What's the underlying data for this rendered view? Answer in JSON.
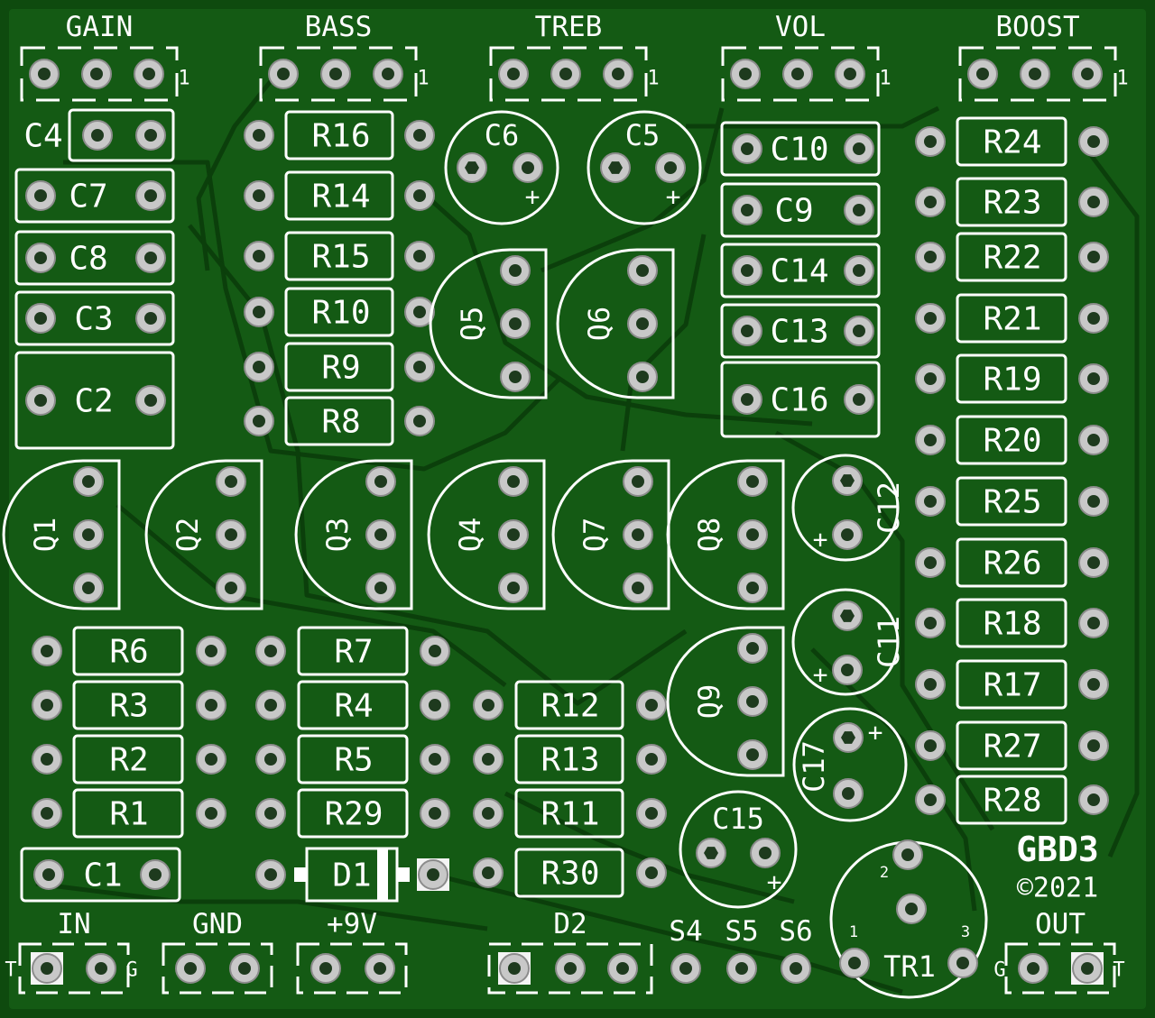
{
  "board": {
    "name": "GBD3",
    "copyright": "©2021",
    "colors": {
      "substrate": "#0e4a0e",
      "copper": "#155e15",
      "trace": "#0b3f0b",
      "silk": "#ffffff",
      "pad": "#c8c8c8",
      "pad_hole": "#1e3a1e"
    }
  },
  "pots": [
    {
      "label": "GAIN",
      "pin1": "1"
    },
    {
      "label": "BASS",
      "pin1": "1"
    },
    {
      "label": "TREB",
      "pin1": "1"
    },
    {
      "label": "VOL",
      "pin1": "1"
    },
    {
      "label": "BOOST",
      "pin1": "1"
    }
  ],
  "film_caps": [
    "C4",
    "C7",
    "C8",
    "C3",
    "C2",
    "C1",
    "C10",
    "C9",
    "C14",
    "C13",
    "C16"
  ],
  "resistors": [
    "R16",
    "R14",
    "R15",
    "R10",
    "R9",
    "R8",
    "R6",
    "R3",
    "R2",
    "R1",
    "R7",
    "R4",
    "R5",
    "R29",
    "R12",
    "R13",
    "R11",
    "R30",
    "R24",
    "R23",
    "R22",
    "R21",
    "R19",
    "R20",
    "R25",
    "R26",
    "R18",
    "R17",
    "R27",
    "R28"
  ],
  "diode": "D1",
  "transistors": [
    "Q1",
    "Q2",
    "Q3",
    "Q4",
    "Q5",
    "Q6",
    "Q7",
    "Q8",
    "Q9"
  ],
  "electrolytics": [
    "C6",
    "C5",
    "C12",
    "C11",
    "C17",
    "C15"
  ],
  "polarity_mark": "+",
  "trimmer": {
    "label": "TR1",
    "pins": [
      "1",
      "2",
      "3"
    ]
  },
  "connectors": {
    "in": {
      "label": "IN",
      "left": "T",
      "right": "G"
    },
    "gnd": {
      "label": "GND"
    },
    "nine_v": {
      "label": "+9V"
    },
    "d2": {
      "label": "D2"
    },
    "s4": {
      "label": "S4"
    },
    "s5": {
      "label": "S5"
    },
    "s6": {
      "label": "S6"
    },
    "out": {
      "label": "OUT",
      "left": "G",
      "right": "T"
    }
  }
}
